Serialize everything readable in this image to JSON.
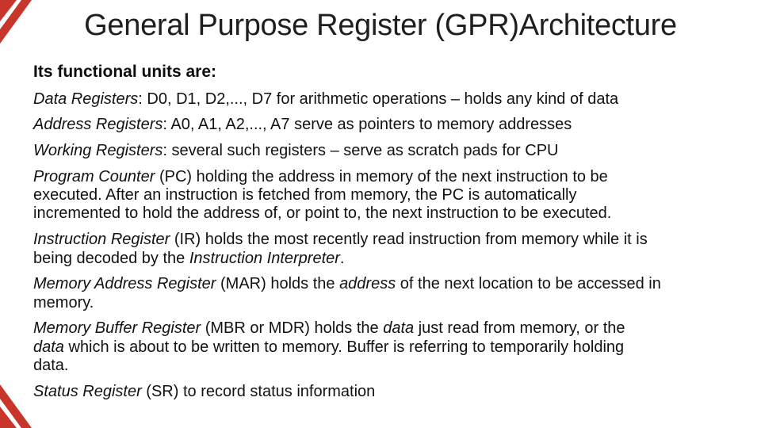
{
  "slide": {
    "title": "General Purpose Register (GPR)Architecture",
    "accent_color": "#c8352b",
    "text_color": "#121212",
    "background_color": "#ffffff",
    "paragraphs": [
      {
        "name": "intro",
        "runs": [
          {
            "text": "Its functional units are:"
          }
        ]
      },
      {
        "name": "data-registers",
        "runs": [
          {
            "text": "Data Registers"
          },
          {
            "text": ": D0, D1, D2,..., D7 for arithmetic operations – holds any kind of data"
          }
        ]
      },
      {
        "name": "address-registers",
        "runs": [
          {
            "text": "Address Registers"
          },
          {
            "text": ": A0, A1, A2,..., A7 serve as pointers to memory addresses"
          }
        ]
      },
      {
        "name": "working-registers",
        "runs": [
          {
            "text": "Working Registers"
          },
          {
            "text": ": several such registers – serve as scratch pads for CPU"
          }
        ]
      },
      {
        "name": "program-counter",
        "runs": [
          {
            "text": "Program Counter"
          },
          {
            "text": " (PC) holding the address in memory of the next instruction to be"
          },
          {
            "text": "executed. After an instruction is fetched from memory, the PC is automatically"
          },
          {
            "text": "incremented to hold the address of, or point to, the next instruction to be executed."
          }
        ]
      },
      {
        "name": "instruction-register",
        "runs": [
          {
            "text": "Instruction Register"
          },
          {
            "text": " (IR) holds the most recently read instruction from memory while it is"
          },
          {
            "text": "being decoded by the "
          },
          {
            "text": "Instruction Interpreter"
          },
          {
            "text": "."
          }
        ]
      },
      {
        "name": "memory-address-register",
        "runs": [
          {
            "text": "Memory Address Register"
          },
          {
            "text": " (MAR) holds the "
          },
          {
            "text": "address"
          },
          {
            "text": " of the next location to be accessed in"
          },
          {
            "text": "memory."
          }
        ]
      },
      {
        "name": "memory-buffer-register",
        "runs": [
          {
            "text": "Memory Buffer Register"
          },
          {
            "text": " (MBR or MDR) holds the "
          },
          {
            "text": "data"
          },
          {
            "text": " just read from memory, or the"
          },
          {
            "text": "data"
          },
          {
            "text": " which is about to be written to memory. Buffer is referring to temporarily holding"
          },
          {
            "text": "data."
          }
        ]
      },
      {
        "name": "status-register",
        "runs": [
          {
            "text": "Status Register"
          },
          {
            "text": " (SR) to record status information"
          }
        ]
      }
    ]
  }
}
